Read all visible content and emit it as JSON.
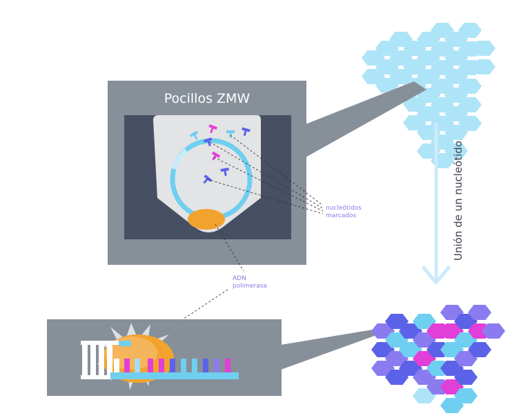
{
  "diagram": {
    "zmw_title": "Pocillos ZMW",
    "nucleotides_label_line1": "nucleótidos",
    "nucleotides_label_line2": "marcados",
    "polymerase_label_line1": "ADN",
    "polymerase_label_line2": "polimerasa",
    "arrow_label": "Unión de un nucleótido"
  },
  "colors": {
    "panel_gray": "#878f99",
    "panel_dark": "#475062",
    "well_light": "#e3e4e6",
    "hex_light": "#aee4f7",
    "dna_blue": "#6fcff0",
    "dna_light": "#a9dcf3",
    "polymerase": "#f2a32e",
    "magenta": "#e23fd8",
    "indigo": "#5c62e8",
    "purple": "#8a7cf0",
    "label_text": "#8f78e6",
    "arrow": "#cdeafb"
  }
}
